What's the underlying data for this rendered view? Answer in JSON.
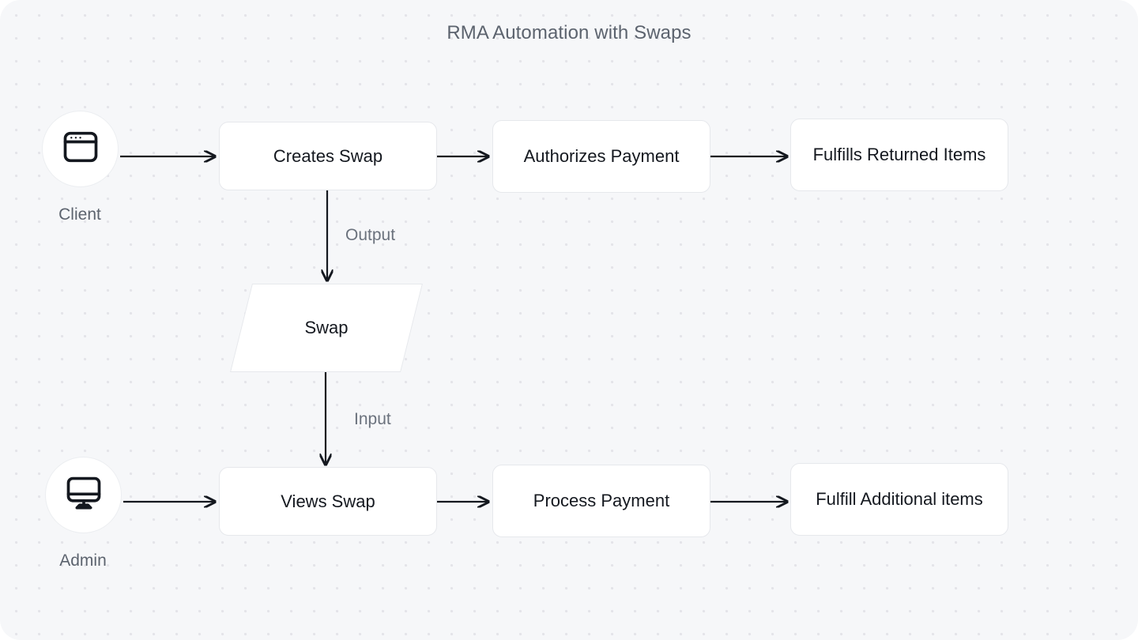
{
  "diagram": {
    "title": "RMA Automation with Swaps",
    "type": "flowchart",
    "colors": {
      "canvas_background": "#f6f7f9",
      "grid_dot": "#e4e4e9",
      "node_fill": "#ffffff",
      "node_border": "#e6e8ec",
      "node_text": "#14181f",
      "muted_text": "#5c636e",
      "edge_stroke": "#14181f"
    }
  },
  "actors": [
    {
      "id": "client",
      "label": "Client",
      "icon": "browser-window-icon"
    },
    {
      "id": "admin",
      "label": "Admin",
      "icon": "desktop-monitor-icon"
    }
  ],
  "lanes": {
    "client_flow": [
      {
        "id": "creates-swap",
        "label": "Creates Swap"
      },
      {
        "id": "authorizes-payment",
        "label": "Authorizes Payment"
      },
      {
        "id": "fulfills-returned-items",
        "label": "Fulfills Returned Items"
      }
    ],
    "admin_flow": [
      {
        "id": "views-swap",
        "label": "Views Swap"
      },
      {
        "id": "process-payment",
        "label": "Process Payment"
      },
      {
        "id": "fulfill-additional-items",
        "label": "Fulfill Additional items"
      }
    ]
  },
  "data_node": {
    "id": "swap",
    "label": "Swap",
    "shape": "parallelogram"
  },
  "edge_labels": {
    "output": "Output",
    "input": "Input"
  }
}
